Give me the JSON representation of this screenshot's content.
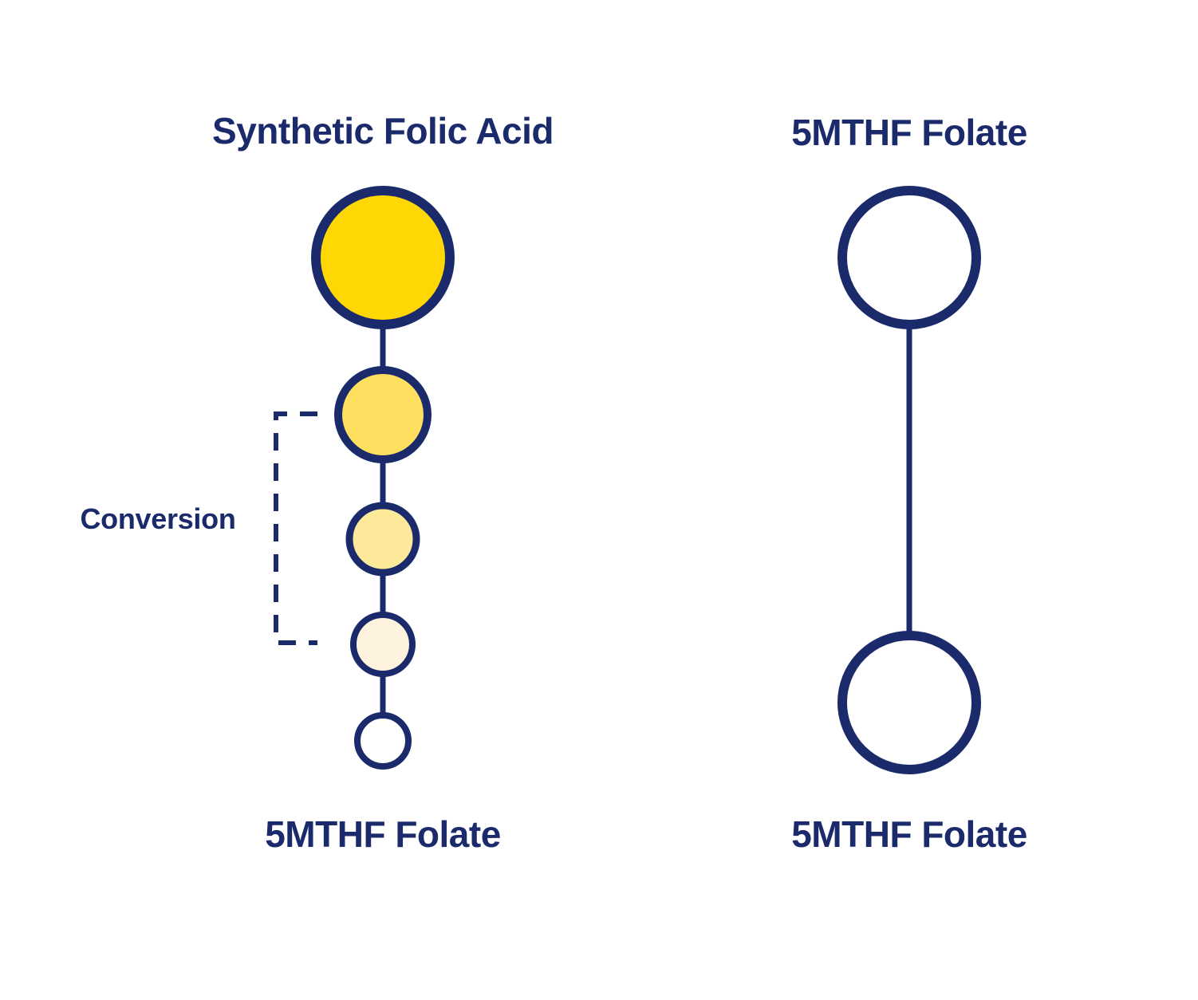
{
  "colors": {
    "ink": "#1b2a6b",
    "background": "#ffffff"
  },
  "left_path": {
    "top_label": "Synthetic Folic Acid",
    "bottom_label": "5MTHF Folate",
    "bracket_label": "Conversion",
    "nodes": [
      {
        "fill": "#fed705"
      },
      {
        "fill": "#fedf5f"
      },
      {
        "fill": "#fee99a"
      },
      {
        "fill": "#fef4dd"
      },
      {
        "fill": "#ffffff"
      }
    ]
  },
  "right_path": {
    "top_label": "5MTHF Folate",
    "bottom_label": "5MTHF Folate",
    "nodes": [
      {
        "fill": "#ffffff"
      },
      {
        "fill": "#ffffff"
      }
    ]
  }
}
